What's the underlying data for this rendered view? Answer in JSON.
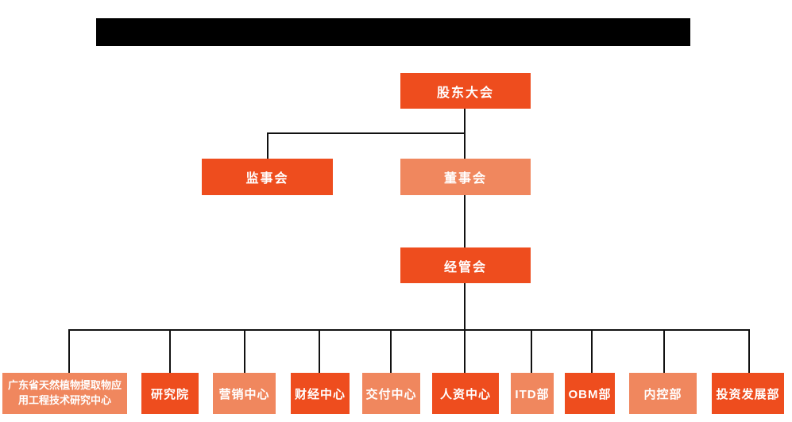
{
  "colors": {
    "primary": "#EE4D1E",
    "secondary": "#F0875E",
    "connector": "#111111",
    "node_text": "#ffffff",
    "title_bar": "#000000",
    "background": "#ffffff"
  },
  "title": {
    "redacted": true,
    "text": ""
  },
  "org": {
    "nodes": [
      {
        "id": "shareholders-meeting",
        "label": "股东大会",
        "variant": "primary",
        "level": 1,
        "parent": null
      },
      {
        "id": "supervisory-board",
        "label": "监事会",
        "variant": "primary",
        "level": 2,
        "parent": "shareholders-meeting"
      },
      {
        "id": "board-of-directors",
        "label": "董事会",
        "variant": "secondary",
        "level": 2,
        "parent": "shareholders-meeting"
      },
      {
        "id": "management-committee",
        "label": "经管会",
        "variant": "primary",
        "level": 3,
        "parent": "board-of-directors"
      },
      {
        "id": "guangdong-research-center",
        "label": "广东省天然植物提取物应用工程技术研究中心",
        "variant": "secondary",
        "level": 4,
        "parent": "management-committee"
      },
      {
        "id": "research-institute",
        "label": "研究院",
        "variant": "primary",
        "level": 4,
        "parent": "management-committee"
      },
      {
        "id": "marketing-center",
        "label": "营销中心",
        "variant": "secondary",
        "level": 4,
        "parent": "management-committee"
      },
      {
        "id": "finance-center",
        "label": "财经中心",
        "variant": "primary",
        "level": 4,
        "parent": "management-committee"
      },
      {
        "id": "delivery-center",
        "label": "交付中心",
        "variant": "secondary",
        "level": 4,
        "parent": "management-committee"
      },
      {
        "id": "hr-center",
        "label": "人资中心",
        "variant": "primary",
        "level": 4,
        "parent": "management-committee"
      },
      {
        "id": "itd-dept",
        "label": "ITD部",
        "variant": "secondary",
        "level": 4,
        "parent": "management-committee"
      },
      {
        "id": "obm-dept",
        "label": "OBM部",
        "variant": "primary",
        "level": 4,
        "parent": "management-committee"
      },
      {
        "id": "internal-control-dept",
        "label": "内控部",
        "variant": "secondary",
        "level": 4,
        "parent": "management-committee"
      },
      {
        "id": "investment-dev-dept",
        "label": "投资发展部",
        "variant": "primary",
        "level": 4,
        "parent": "management-committee"
      }
    ]
  }
}
